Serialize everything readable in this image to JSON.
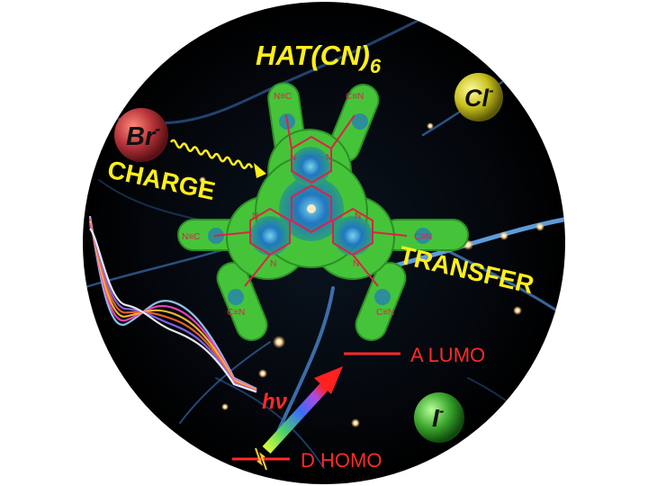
{
  "molecule_label": "HAT(CN)",
  "molecule_subscript": "6",
  "word_charge": "CHARGE",
  "word_transfer": "TRANSFER",
  "ions": {
    "bromide": {
      "symbol": "Br",
      "charge": "-"
    },
    "chloride": {
      "symbol": "Cl",
      "charge": "-"
    },
    "iodide": {
      "symbol": "I",
      "charge": "-"
    }
  },
  "energy_levels": {
    "lumo_label": "A LUMO",
    "homo_label": "D HOMO",
    "photon_label": "hν"
  },
  "atom_labels": {
    "nitrogen": "N",
    "carbon": "C",
    "triple_bond": "≡"
  },
  "colors": {
    "background": "#000000",
    "label_yellow": "#ffef1a",
    "label_red": "#ff2a2a",
    "molecule_surface": "#45c43a",
    "molecule_core": "#1e6fd0",
    "bond_color": "#e0204a",
    "bromide_ball": "#b8343a",
    "chloride_ball": "#c9c21e",
    "iodide_ball": "#3ca82e"
  },
  "spectrum_colors": [
    "#9ad8ff",
    "#ff48c8",
    "#ffcc33",
    "#ff6a2a",
    "#8a6cff",
    "#ffffff"
  ]
}
